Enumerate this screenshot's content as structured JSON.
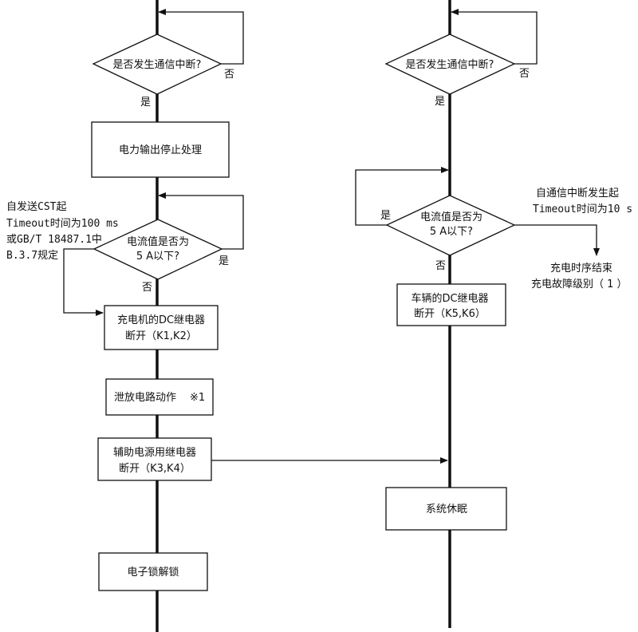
{
  "left_flow": {
    "decision_comm": {
      "text": "是否发生通信中断?",
      "no_label": "否",
      "yes_label": "是"
    },
    "box_stop_output": "电力输出停止处理",
    "decision_current": {
      "line1": "电流值是否为",
      "line2": "5 A以下?",
      "yes_label": "是",
      "no_label": "否"
    },
    "timeout_note": [
      "自发送CST起",
      "Timeout时间为100 ms",
      "或GB/T 18487.1中",
      "B.3.7规定"
    ],
    "box_charger_relay": {
      "line1": "充电机的DC继电器",
      "line2": "断开（K1,K2）"
    },
    "box_discharge": {
      "text": "泄放电路动作",
      "note": "※1"
    },
    "box_aux_relay": {
      "line1": "辅助电源用继电器",
      "line2": "断开（K3,K4）"
    },
    "box_unlock": "电子锁解锁"
  },
  "right_flow": {
    "decision_comm": {
      "text": "是否发生通信中断?",
      "no_label": "否",
      "yes_label": "是"
    },
    "decision_current": {
      "line1": "电流值是否为",
      "line2": "5 A以下?",
      "yes_label": "是",
      "no_label": "否"
    },
    "timeout_note": [
      "自通信中断发生起",
      "Timeout时间为10 s"
    ],
    "end_note": [
      "充电时序结束",
      "充电故障级别（ 1 ）"
    ],
    "box_vehicle_relay": {
      "line1": "车辆的DC继电器",
      "line2": "断开（K5,K6）"
    },
    "box_sleep": "系统休眠"
  }
}
